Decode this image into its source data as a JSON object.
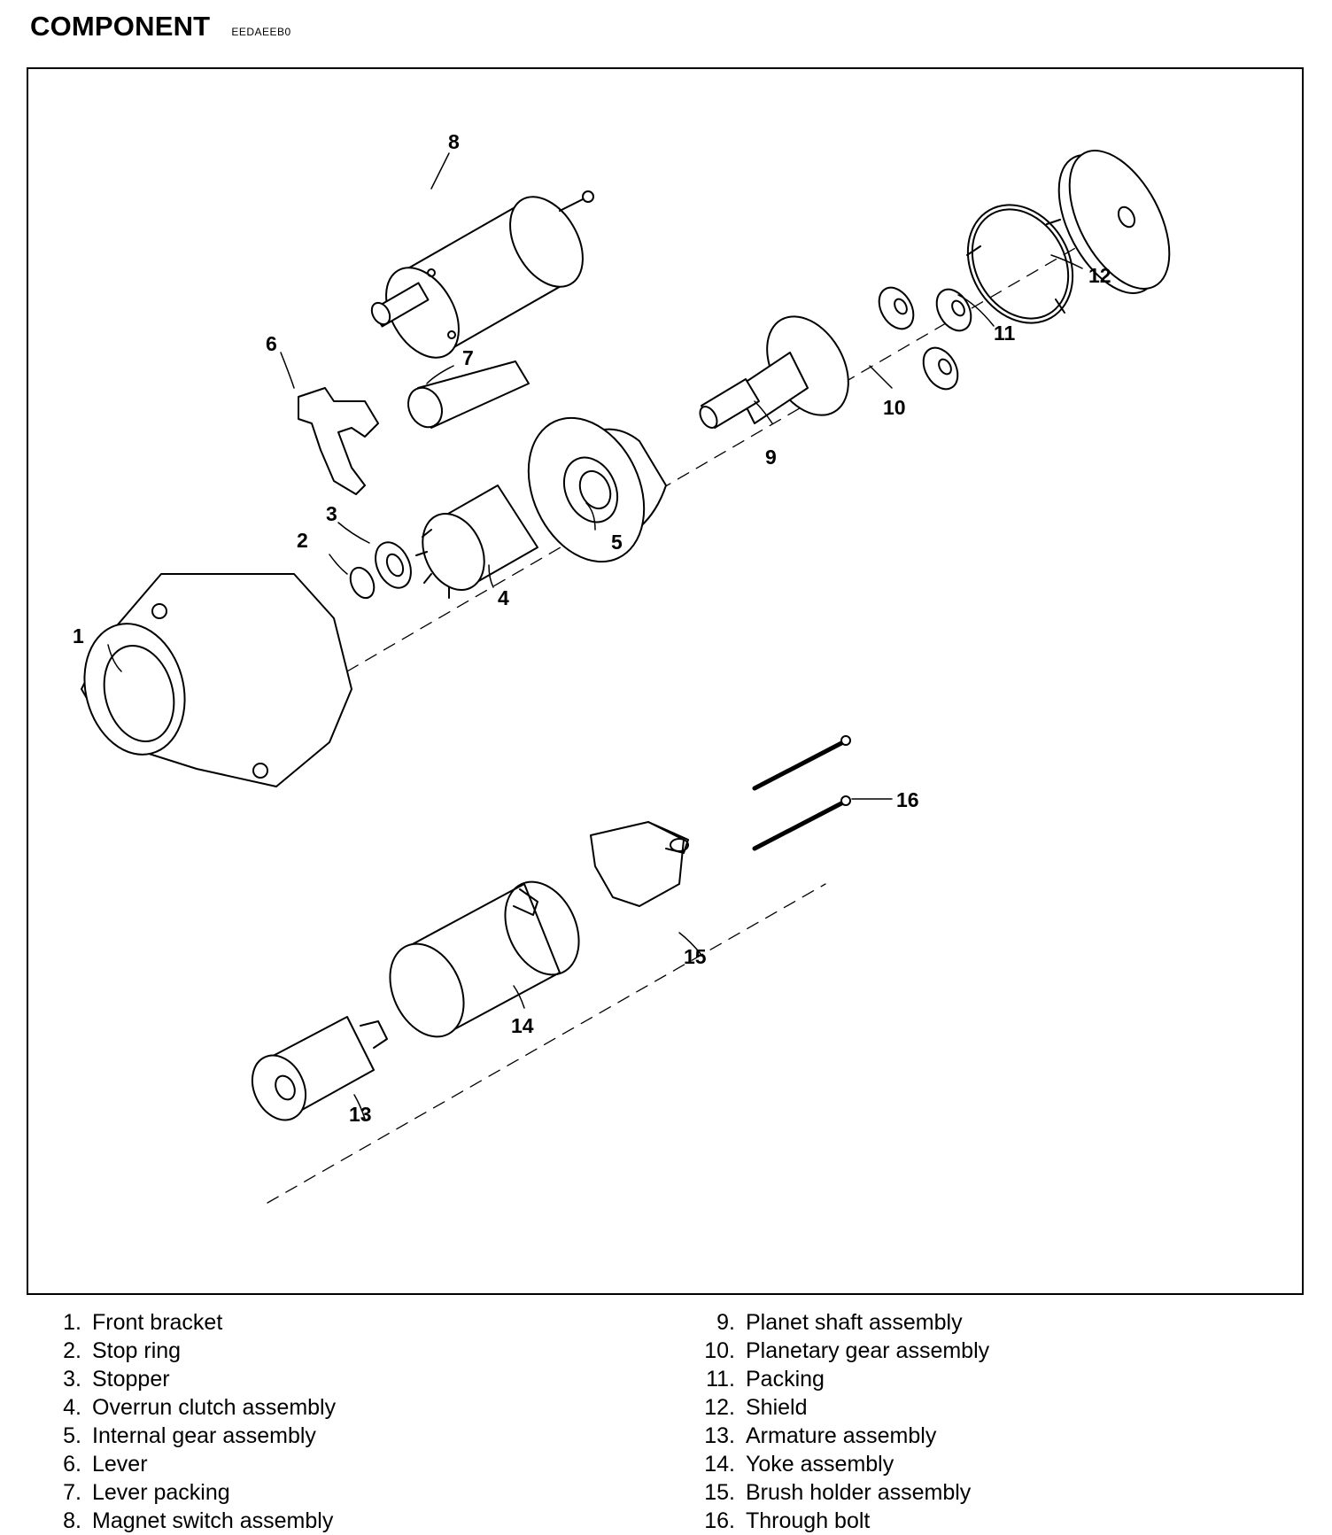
{
  "header": {
    "title": "COMPONENT",
    "code": "EEDAEEB0"
  },
  "callouts": [
    "1",
    "2",
    "3",
    "4",
    "5",
    "6",
    "7",
    "8",
    "9",
    "10",
    "11",
    "12",
    "13",
    "14",
    "15",
    "16"
  ],
  "legend": [
    {
      "num": "1.",
      "label": "Front bracket"
    },
    {
      "num": "2.",
      "label": "Stop ring"
    },
    {
      "num": "3.",
      "label": "Stopper"
    },
    {
      "num": "4.",
      "label": "Overrun clutch assembly"
    },
    {
      "num": "5.",
      "label": "Internal gear assembly"
    },
    {
      "num": "6.",
      "label": "Lever"
    },
    {
      "num": "7.",
      "label": "Lever packing"
    },
    {
      "num": "8.",
      "label": "Magnet switch assembly"
    },
    {
      "num": "9.",
      "label": "Planet shaft assembly"
    },
    {
      "num": "10.",
      "label": "Planetary gear assembly"
    },
    {
      "num": "11.",
      "label": "Packing"
    },
    {
      "num": "12.",
      "label": "Shield"
    },
    {
      "num": "13.",
      "label": "Armature assembly"
    },
    {
      "num": "14.",
      "label": "Yoke assembly"
    },
    {
      "num": "15.",
      "label": "Brush holder assembly"
    },
    {
      "num": "16.",
      "label": "Through bolt"
    }
  ]
}
